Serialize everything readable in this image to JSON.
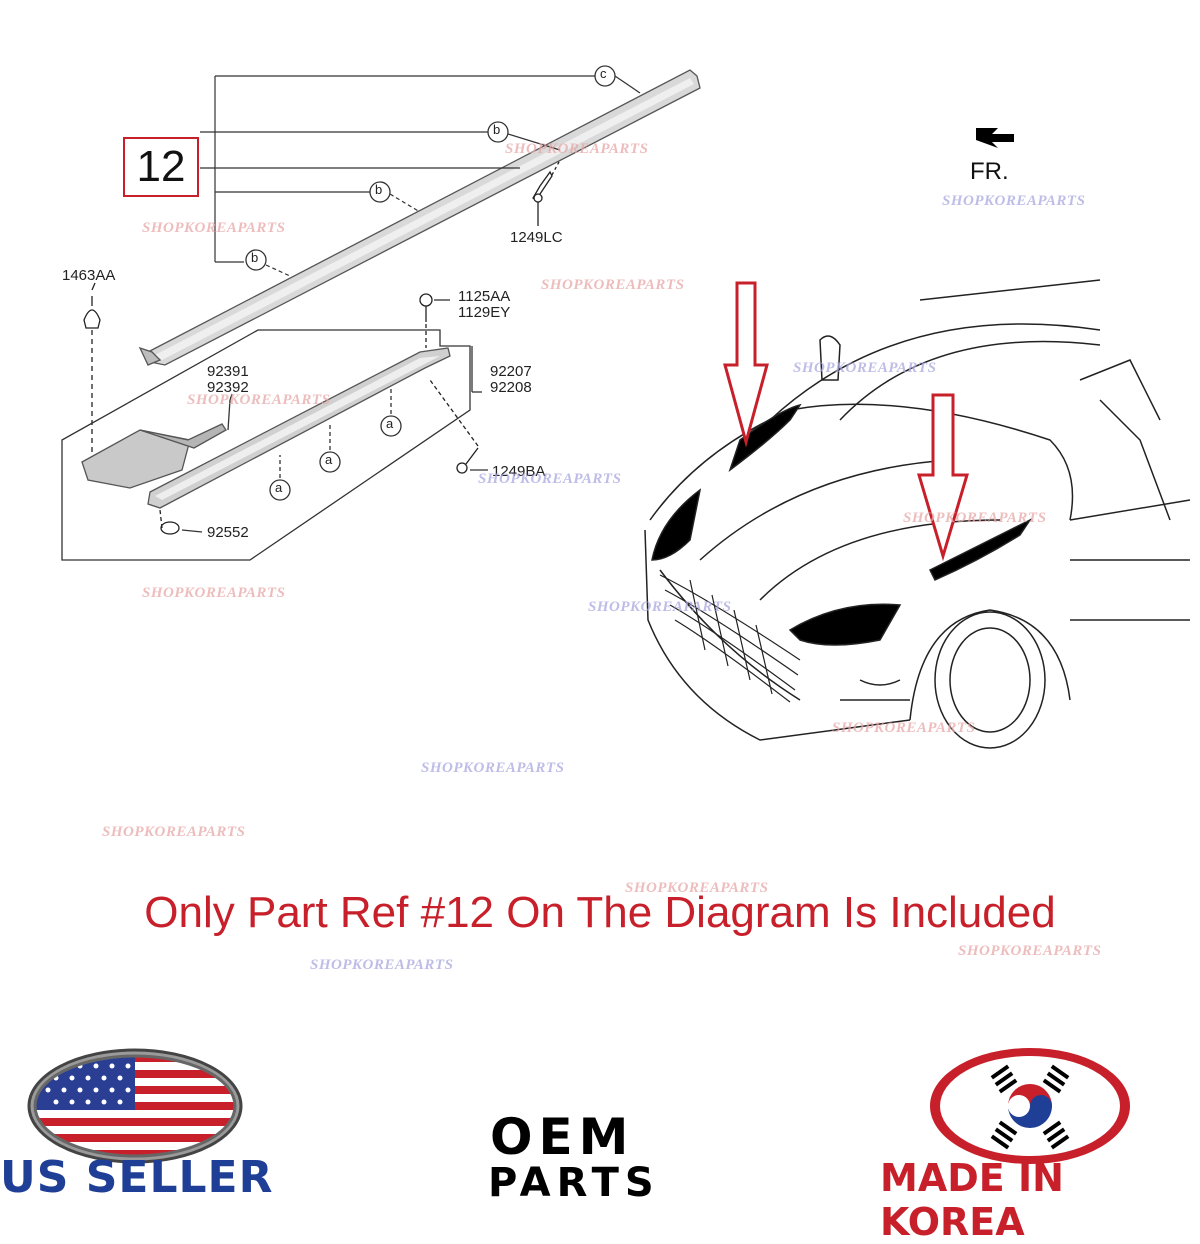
{
  "ref_number": "12",
  "part_labels": {
    "p1463aa": "1463AA",
    "p1249lc": "1249LC",
    "p1125aa": "1125AA",
    "p1129ey": "1129EY",
    "p92391": "92391",
    "p92392": "92392",
    "p92207": "92207",
    "p92208": "92208",
    "p1249ba": "1249BA",
    "p92552": "92552"
  },
  "callout_letters": {
    "a": "a",
    "b": "b",
    "c": "c"
  },
  "direction_label": "FR.",
  "watermark": "SHOPKOREAPARTS",
  "notice": "Only Part Ref #12 On The Diagram Is Included",
  "badges": {
    "us_seller": "US SELLER",
    "oem": "OEM",
    "parts": "PARTS",
    "made_in_korea": "MADE IN KOREA"
  },
  "colors": {
    "accent_red": "#c8202a",
    "us_blue": "#1f3f97",
    "line": "#222222"
  }
}
